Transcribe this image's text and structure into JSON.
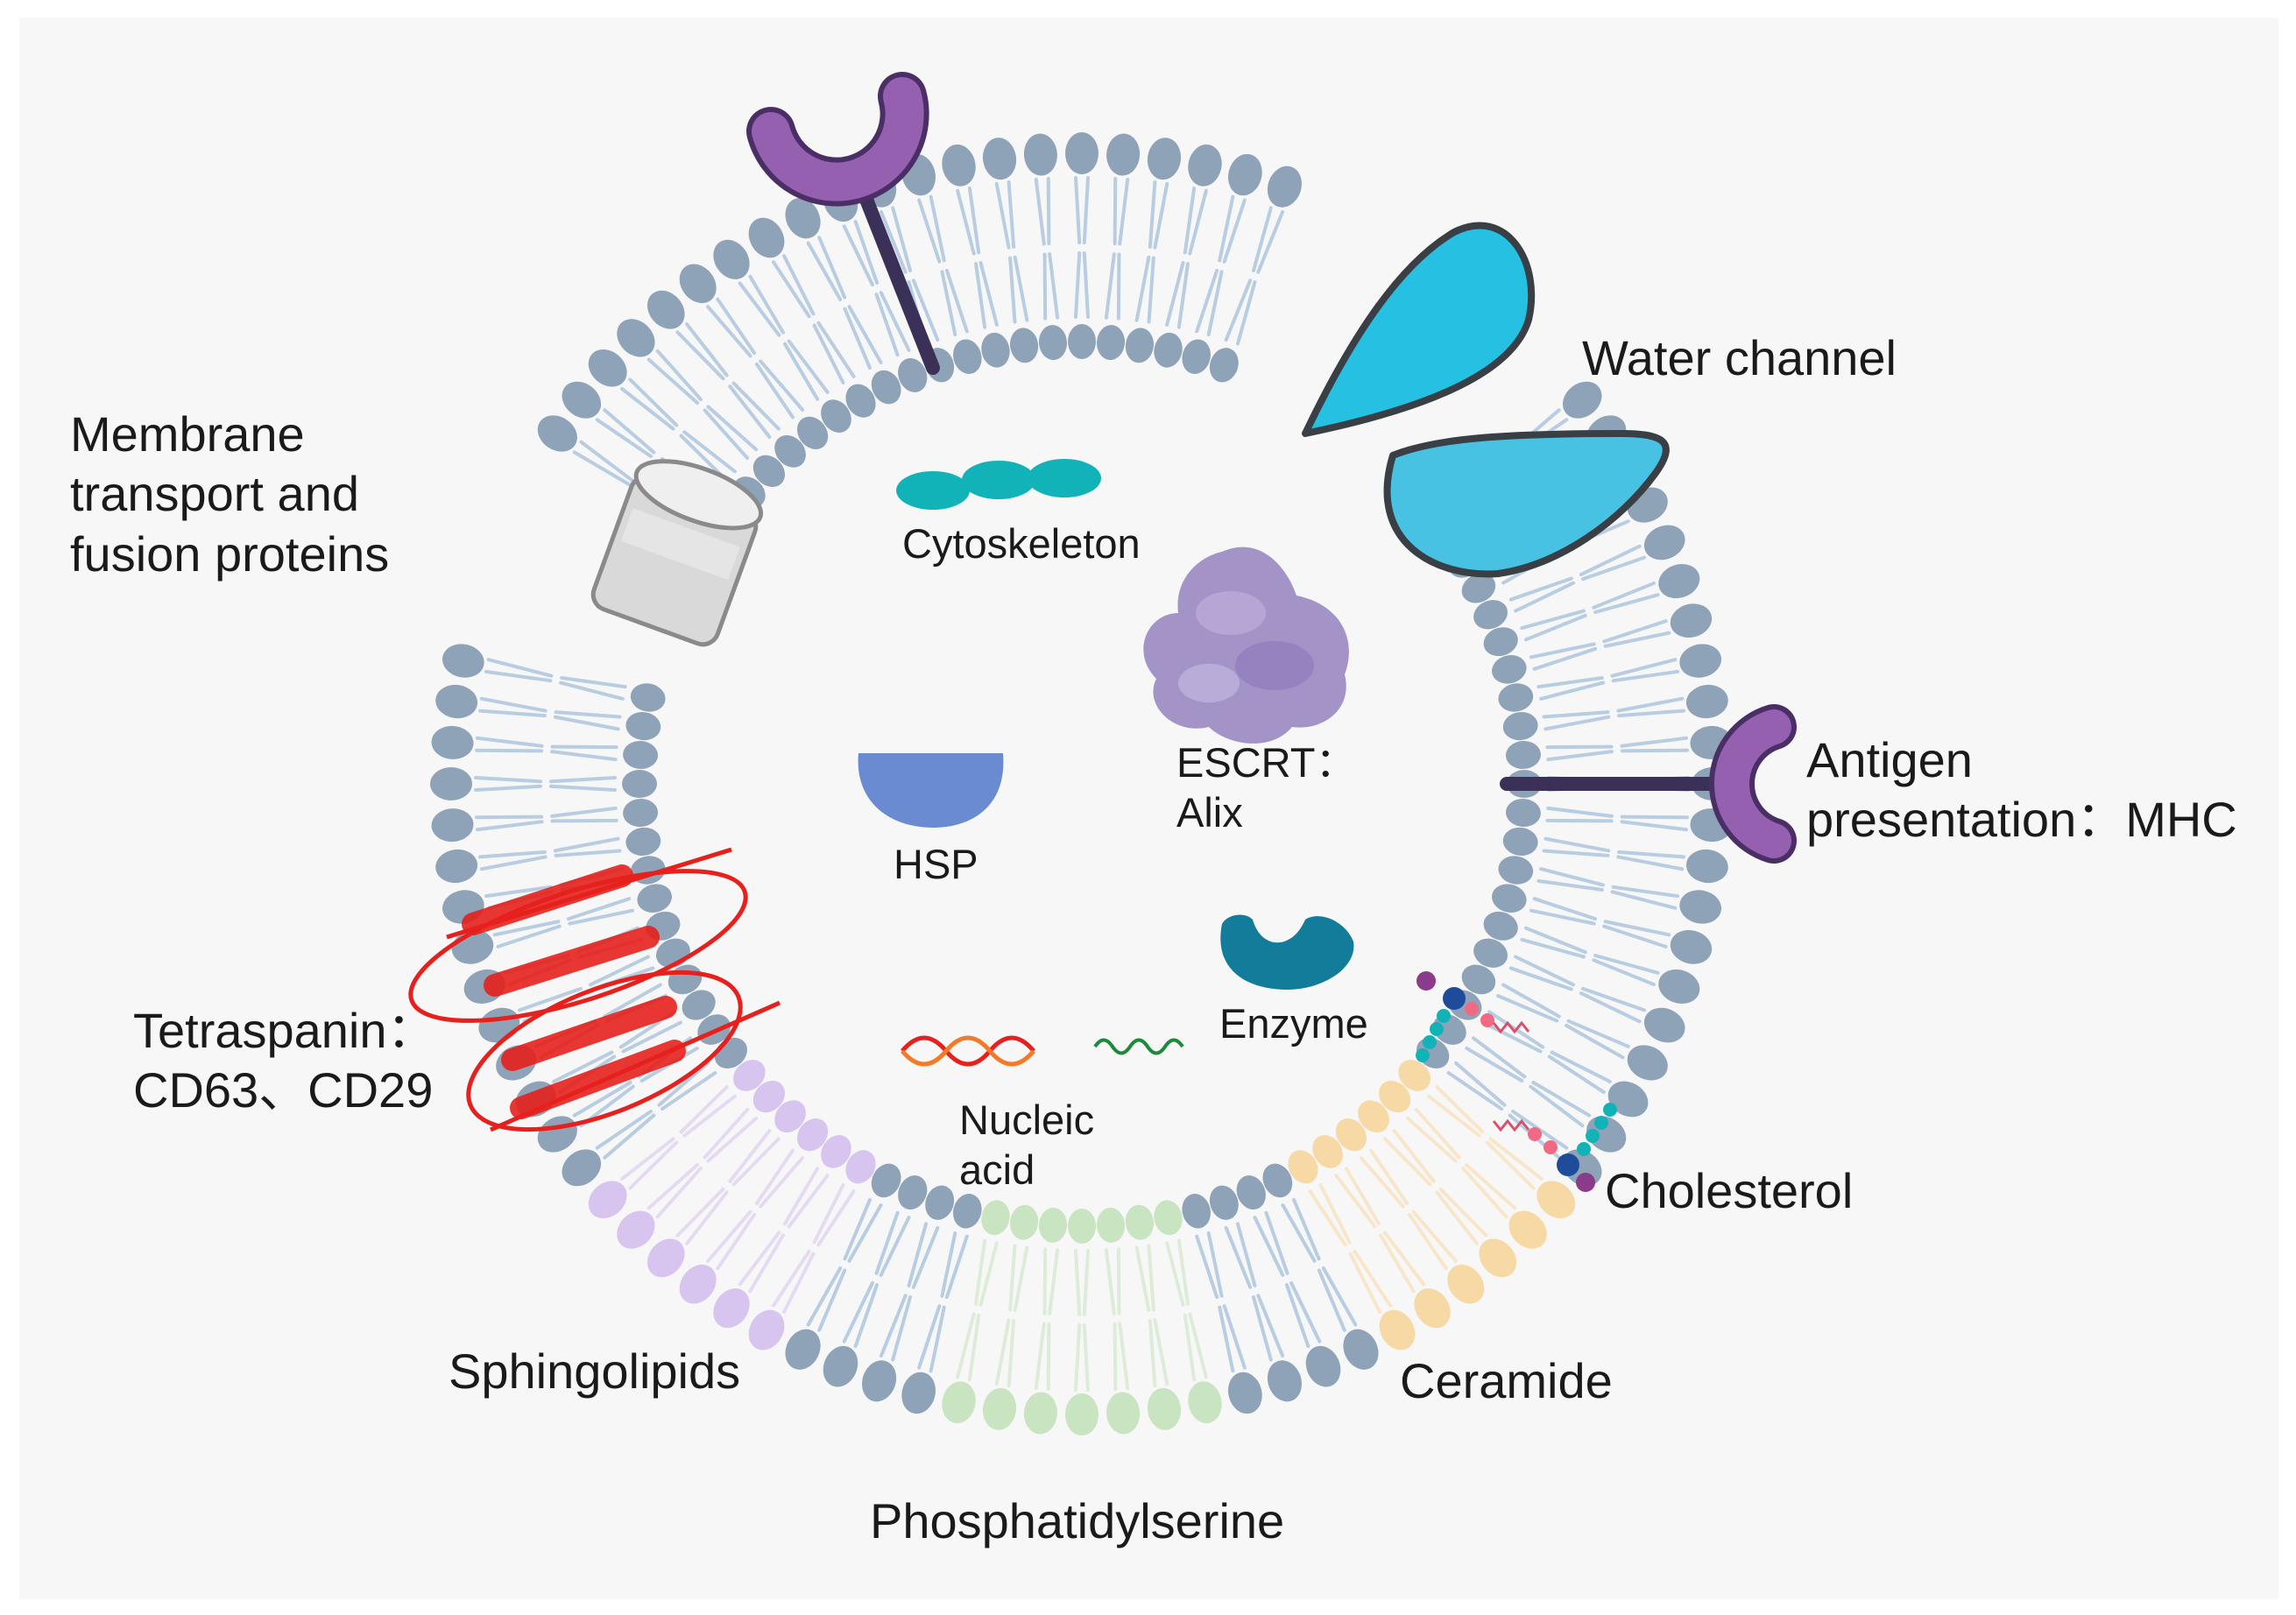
{
  "labels": {
    "water_channel": "Water channel",
    "membrane_transport_1": "Membrane",
    "membrane_transport_2": "transport and",
    "membrane_transport_3": "fusion proteins",
    "cytoskeleton": "Cytoskeleton",
    "escrt_1": "ESCRT：",
    "escrt_2": "Alix",
    "hsp": "HSP",
    "antigen_1": "Antigen",
    "antigen_2": "presentation：MHC",
    "tetraspanin_1": "Tetraspanin：",
    "tetraspanin_2": "CD63、CD29",
    "enzyme": "Enzyme",
    "nucleic_1": "Nucleic",
    "nucleic_2": "acid",
    "cholesterol": "Cholesterol",
    "sphingolipids": "Sphingolipids",
    "ceramide": "Ceramide",
    "phosphatidylserine": "Phosphatidylserine"
  },
  "colors": {
    "lipid_head": "#8fa3b8",
    "lipid_tail": "#b8cde2",
    "water_channel": "#26c0e2",
    "receptor": "#9560b0",
    "receptor_stalk": "#3a3058",
    "tetraspanin": "#e6201c",
    "cytoskeleton": "#12b3b8",
    "escrt": "#a393c7",
    "hsp": "#6b8bd0",
    "enzyme": "#127c9a",
    "sphingolipid": "#d7c4ef",
    "phosphatidylserine": "#c8e4c0",
    "ceramide": "#f7d9a6",
    "transporter": "#d9d9d9"
  },
  "icons": {
    "receptor_top": "y-shaped-receptor-icon",
    "mhc": "mhc-receptor-icon",
    "water_channel": "water-channel-icon",
    "transporter": "transport-protein-cylinder-icon",
    "cytoskeleton": "cytoskeleton-filament-icon",
    "escrt": "escrt-alix-protein-icon",
    "hsp": "hsp-protein-icon",
    "enzyme": "enzyme-icon",
    "dna": "dna-helix-icon",
    "rna": "rna-strand-icon",
    "cholesterol": "cholesterol-molecule-icon"
  }
}
